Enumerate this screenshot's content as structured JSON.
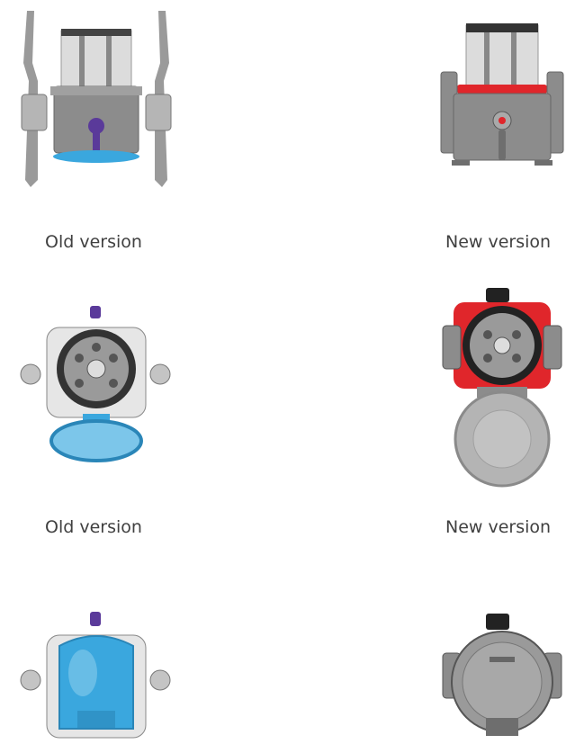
{
  "rows": [
    {
      "left": {
        "caption": "Old version"
      },
      "right": {
        "caption": "New version"
      }
    },
    {
      "left": {
        "caption": "Old version"
      },
      "right": {
        "caption": "New version"
      }
    },
    {
      "left": {
        "caption": ""
      },
      "right": {
        "caption": ""
      }
    }
  ],
  "colors": {
    "old_accent": "#3aa7de",
    "new_accent": "#e0262b",
    "body_gray": "#8c8c8c",
    "light_gray": "#d0d0d0",
    "dark": "#222222",
    "purple": "#5a3a9a"
  }
}
